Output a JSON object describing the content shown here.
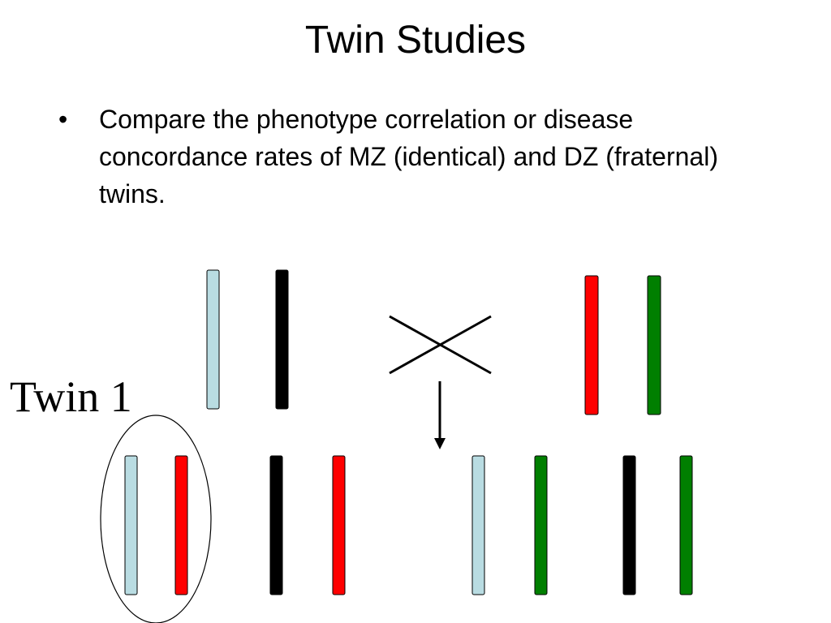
{
  "slide": {
    "title": "Twin Studies",
    "bullets": [
      {
        "marker": "•",
        "text": "Compare the phenotype correlation or disease concordance rates of MZ (identical) and DZ (fraternal) twins."
      }
    ],
    "twin_label": "Twin 1"
  },
  "colors": {
    "light_blue": "#b9dce2",
    "black": "#000000",
    "red": "#ff0000",
    "green": "#007f00"
  },
  "diagram": {
    "parent_1_chromosomes": [
      "light_blue",
      "black"
    ],
    "parent_2_chromosomes": [
      "red",
      "green"
    ],
    "cross_symbol": "cross-icon",
    "offspring": [
      {
        "name": "twin-1",
        "chromosomes": [
          "light_blue",
          "red"
        ],
        "circled": true
      },
      {
        "name": "offspring-2",
        "chromosomes": [
          "black",
          "red"
        ],
        "circled": false
      },
      {
        "name": "offspring-3",
        "chromosomes": [
          "light_blue",
          "green"
        ],
        "circled": false
      },
      {
        "name": "offspring-4",
        "chromosomes": [
          "black",
          "green"
        ],
        "circled": false
      }
    ]
  }
}
